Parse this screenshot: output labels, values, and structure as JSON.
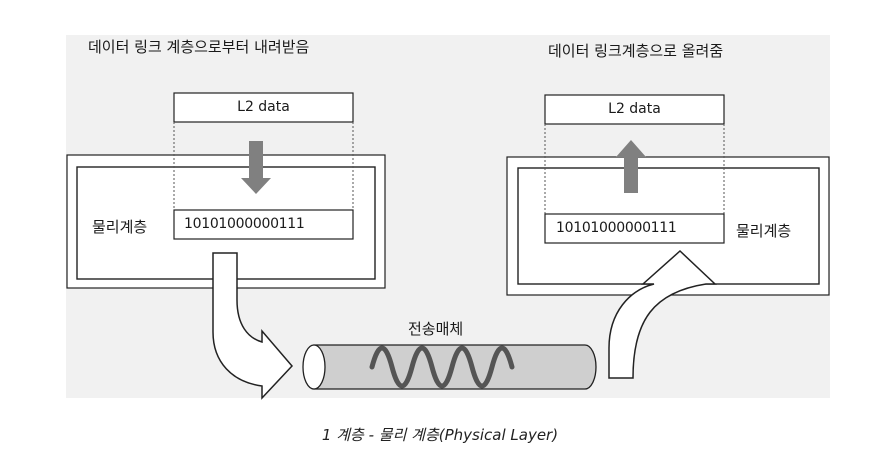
{
  "left": {
    "heading": "데이터 링크 계층으로부터 내려받음",
    "l2_label": "L2 data",
    "layer_label": "물리계층",
    "bits": "10101000000111"
  },
  "right": {
    "heading": "데이터 링크계층으로 올려줌",
    "l2_label": "L2 data",
    "layer_label": "물리계층",
    "bits": "10101000000111"
  },
  "medium_label": "전송매체",
  "caption": "1 계층 - 물리 계층(Physical Layer)",
  "colors": {
    "panel_bg": "#f1f1f1",
    "arrow_gray": "#7a7a7a",
    "cylinder_fill": "#cfcfcf",
    "wave": "#555555"
  }
}
